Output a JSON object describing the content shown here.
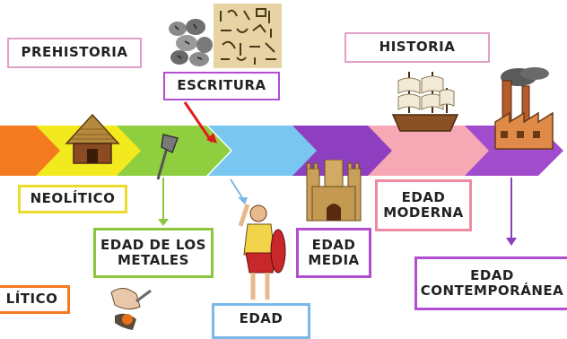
{
  "labels": {
    "prehistoria": "PREHISTORIA",
    "escritura": "ESCRITURA",
    "historia": "HISTORIA",
    "neolitico": "NEOLÍTICO",
    "edad_metales": "EDAD DE LOS\nMETALES",
    "edad_media": "EDAD\nMEDIA",
    "edad_moderna": "EDAD\nMODERNA",
    "edad_contemporanea": "EDAD\nCONTEMPORÁNEA",
    "paleolitico_partial": "LÍTICO",
    "edad_antigua_partial": "EDAD"
  },
  "colors": {
    "arrow_orange": "#f47a20",
    "arrow_yellow": "#f2e91f",
    "arrow_green": "#8fce3f",
    "arrow_blue": "#79c7f0",
    "arrow_purple": "#8e3fbf",
    "arrow_pink": "#f7a8b5",
    "arrow_violet": "#a14ccc",
    "box_pink": "#e2a0c8",
    "box_purple": "#b04fd0",
    "box_yellow": "#eddb2a",
    "box_green": "#8cc63f",
    "box_blue": "#7ab8e8",
    "box_red_pink": "#f08aa0",
    "pointer_red": "#e01a1a"
  },
  "icons": [
    "stones-icon",
    "hieroglyphs-icon",
    "hut-icon",
    "axe-icon",
    "castle-icon",
    "ship-icon",
    "factory-icon",
    "roman-figure-icon",
    "metal-smith-icon"
  ]
}
